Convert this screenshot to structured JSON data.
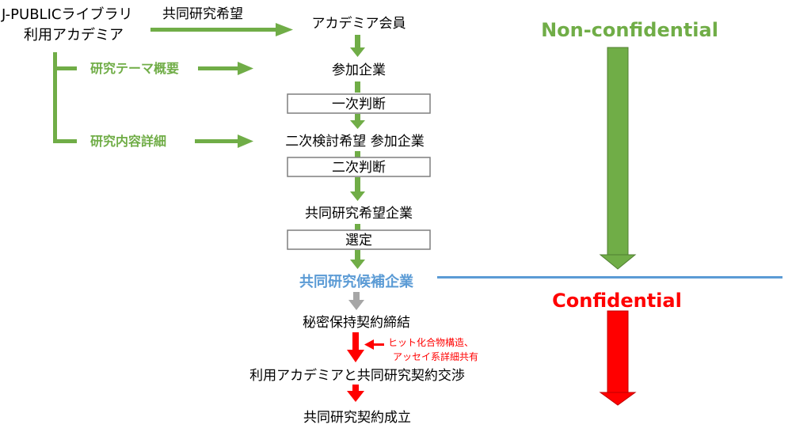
{
  "source": {
    "line1": "J-PUBLICライブラリ",
    "line2": "利用アカデミア"
  },
  "branch_labels": {
    "kibou": "共同研究希望",
    "theme": "研究テーマ概要",
    "detail": "研究内容詳細"
  },
  "steps": {
    "academia": "アカデミア会員",
    "sanka": "参加企業",
    "ichiji": "一次判断",
    "niji_kentou": "二次検討希望 参加企業",
    "niji": "二次判断",
    "kibou_kigyou": "共同研究希望企業",
    "sentei": "選定",
    "kouho": "共同研究候補企業",
    "himitsu": "秘密保持契約締結",
    "koushou": "利用アカデミアと共同研究契約交渉",
    "seiritsu": "共同研究契約成立"
  },
  "note": {
    "line1": "ヒット化合物構造、",
    "line2": "アッセイ系詳細共有"
  },
  "zones": {
    "non_confidential": "Non-confidential",
    "confidential": "Confidential"
  },
  "colors": {
    "green": "#70ad47",
    "blue": "#5b9bd5",
    "red": "#ff0000",
    "gray": "#a6a6a6"
  }
}
